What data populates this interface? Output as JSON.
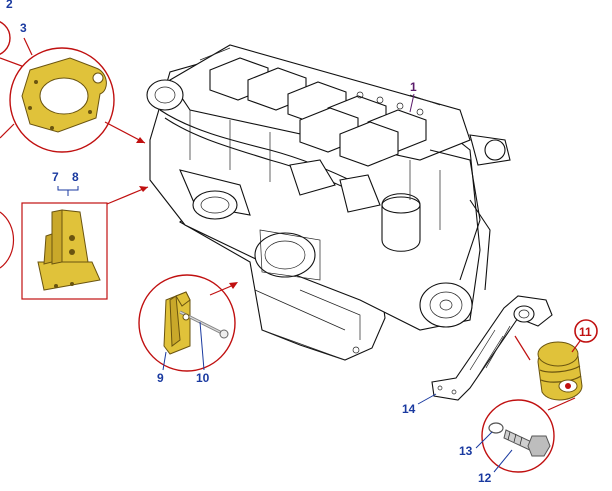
{
  "callouts": {
    "c1": "1",
    "c2": "2",
    "c3": "3",
    "c7": "7",
    "c8": "8",
    "c9": "9",
    "c10": "10",
    "c11": "11",
    "c12": "12",
    "c13": "13",
    "c14": "14"
  },
  "colors": {
    "leader": "#c01010",
    "label": "#1a3aa0",
    "part_fill": "#e0c23a"
  },
  "icons": {
    "engine": "engine-drawing",
    "gasket": "gasket-part",
    "bracket": "bracket-part",
    "clevis": "clevis-part",
    "pulley": "pulley-part",
    "bolt": "bolt-part",
    "mount": "engine-mount-part"
  }
}
